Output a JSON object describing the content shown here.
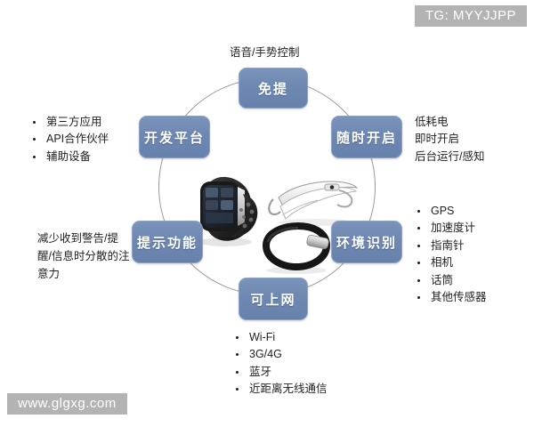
{
  "watermarks": {
    "top_right": "TG: MYYJJPP",
    "bottom_left": "www.glgxg.com"
  },
  "diagram": {
    "type": "circular-hub-and-spoke",
    "center_subject": "wearable-devices",
    "nodes": [
      {
        "id": "hands_free",
        "label": "免提",
        "position": "top"
      },
      {
        "id": "always_on",
        "label": "随时开启",
        "position": "top-right"
      },
      {
        "id": "context",
        "label": "环境识别",
        "position": "bottom-right"
      },
      {
        "id": "web_access",
        "label": "可上网",
        "position": "bottom"
      },
      {
        "id": "notify",
        "label": "提示功能",
        "position": "bottom-left"
      },
      {
        "id": "dev_platform",
        "label": "开发平台",
        "position": "top-left"
      }
    ],
    "annotations": {
      "hands_free": {
        "text": "语音/手势控制"
      },
      "dev_platform": {
        "items": [
          "第三方应用",
          "API合作伙伴",
          "辅助设备"
        ]
      },
      "always_on": {
        "lines": [
          "低耗电",
          "即时开启",
          "后台运行/感知"
        ]
      },
      "context": {
        "items": [
          "GPS",
          "加速度计",
          "指南针",
          "相机",
          "话筒",
          "其他传感器"
        ]
      },
      "notify": {
        "text": "减少收到警告/提醒/信息时分散的注意力"
      },
      "web_access": {
        "items": [
          "Wi-Fi",
          "3G/4G",
          "蓝牙",
          "近距离无线通信"
        ]
      }
    },
    "center_devices": [
      {
        "name": "smartwatch",
        "icon": "smartwatch-icon"
      },
      {
        "name": "smart-glasses",
        "icon": "smart-glasses-icon"
      },
      {
        "name": "fitness-band",
        "icon": "fitness-band-icon"
      }
    ]
  },
  "colors": {
    "node_fill": "#6e88b2",
    "node_text": "#ffffff",
    "ring_stroke": "#9a9a9a",
    "watermark_bg": "#b3b3b3",
    "background": "#ffffff"
  }
}
